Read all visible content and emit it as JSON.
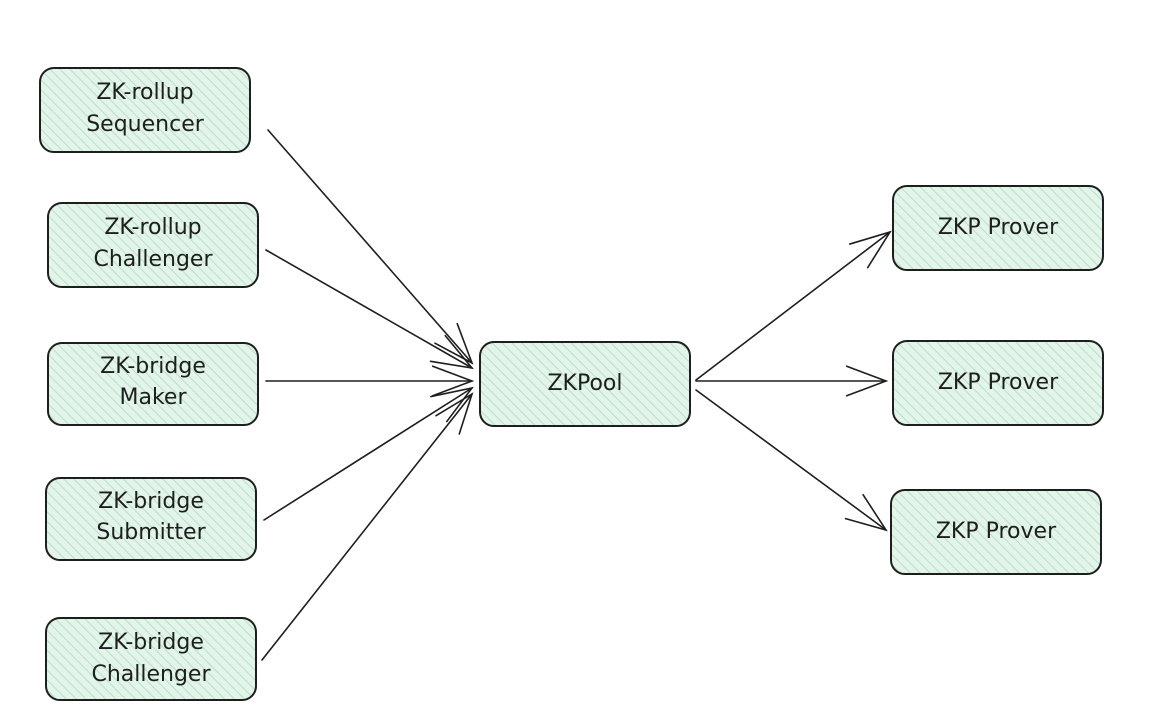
{
  "colors": {
    "fill": "#e3f5ea",
    "hatch": "#b7e0c6",
    "stroke": "#1e1e1e"
  },
  "nodes": [
    {
      "id": "zk-rollup-sequencer",
      "lines": [
        "ZK-rollup",
        "Sequencer"
      ]
    },
    {
      "id": "zk-rollup-challenger",
      "lines": [
        "ZK-rollup",
        "Challenger"
      ]
    },
    {
      "id": "zk-bridge-maker",
      "lines": [
        "ZK-bridge",
        "Maker"
      ]
    },
    {
      "id": "zk-bridge-submitter",
      "lines": [
        "ZK-bridge",
        "Submitter"
      ]
    },
    {
      "id": "zk-bridge-challenger",
      "lines": [
        "ZK-bridge",
        "Challenger"
      ]
    },
    {
      "id": "zkpool",
      "lines": [
        "ZKPool"
      ]
    },
    {
      "id": "zkp-prover-1",
      "lines": [
        "ZKP Prover"
      ]
    },
    {
      "id": "zkp-prover-2",
      "lines": [
        "ZKP Prover"
      ]
    },
    {
      "id": "zkp-prover-3",
      "lines": [
        "ZKP Prover"
      ]
    }
  ],
  "edges": [
    {
      "from": "zk-rollup-sequencer",
      "to": "zkpool"
    },
    {
      "from": "zk-rollup-challenger",
      "to": "zkpool"
    },
    {
      "from": "zk-bridge-maker",
      "to": "zkpool"
    },
    {
      "from": "zk-bridge-submitter",
      "to": "zkpool"
    },
    {
      "from": "zk-bridge-challenger",
      "to": "zkpool"
    },
    {
      "from": "zkpool",
      "to": "zkp-prover-1"
    },
    {
      "from": "zkpool",
      "to": "zkp-prover-2"
    },
    {
      "from": "zkpool",
      "to": "zkp-prover-3"
    }
  ]
}
